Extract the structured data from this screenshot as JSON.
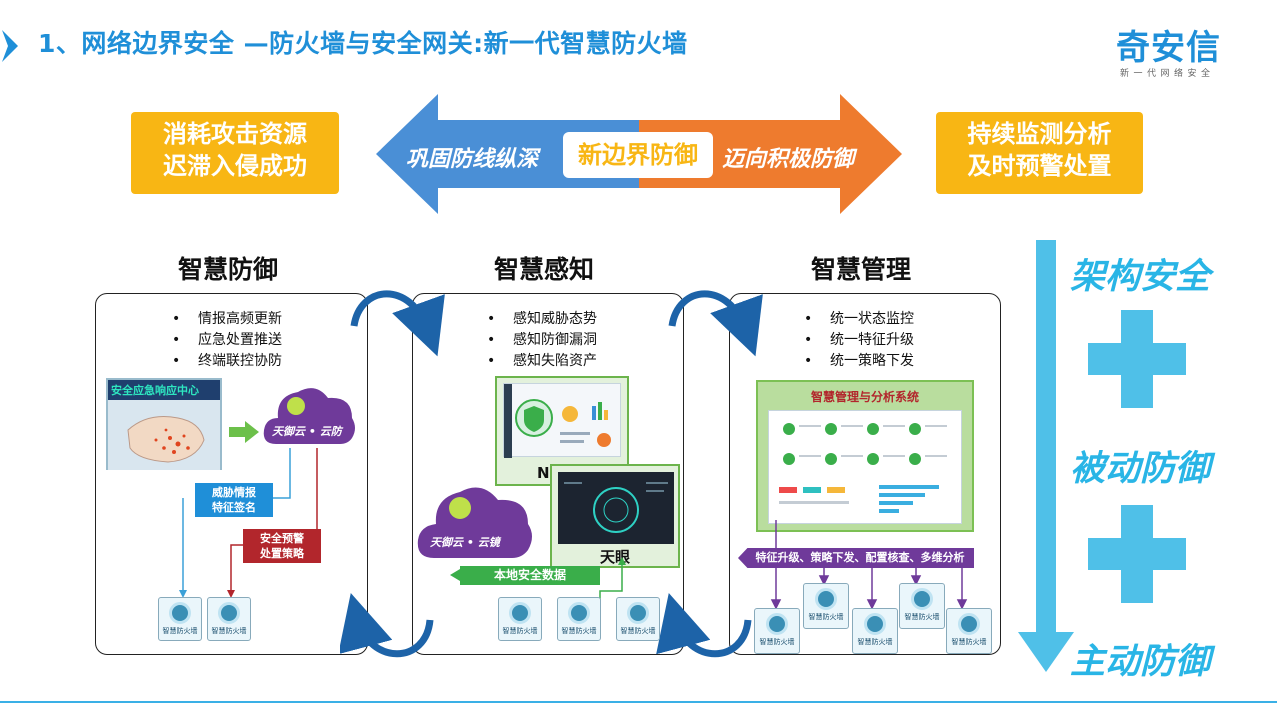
{
  "header": {
    "title": "1、网络边界安全 —防火墙与安全网关:新一代智慧防火墙",
    "logo": "奇安信",
    "logo_sub": "新一代网络安全"
  },
  "top_row": {
    "left_box": [
      "消耗攻击资源",
      "迟滞入侵成功"
    ],
    "right_box": [
      "持续监测分析",
      "及时预警处置"
    ],
    "arrow_left": "巩固防线纵深",
    "center": "新边界防御",
    "arrow_right": "迈向积极防御"
  },
  "sections": [
    {
      "title": "智慧防御",
      "bullets": [
        "情报高频更新",
        "应急处置推送",
        "终端联控协防"
      ],
      "screen_label": "安全应急响应中心",
      "cloud_label": "天御云 • 云防",
      "tag_blue": [
        "威胁情报",
        "特征签名"
      ],
      "tag_red": [
        "安全预警",
        "处置策略"
      ],
      "devices": [
        "智慧防火墙",
        "智慧防火墙"
      ]
    },
    {
      "title": "智慧感知",
      "bullets": [
        "感知威胁态势",
        "感知防御漏洞",
        "感知失陷资产"
      ],
      "ngsoc": "NGSOC",
      "tianyan": "天眼",
      "cloud_label": "天御云 • 云镜",
      "data_label": "本地安全数据",
      "devices": [
        "智慧防火墙",
        "智慧防火墙",
        "智慧防火墙"
      ]
    },
    {
      "title": "智慧管理",
      "bullets": [
        "统一状态监控",
        "统一特征升级",
        "统一策略下发"
      ],
      "system_title": "智慧管理与分析系统",
      "ops_label": "特征升级、策略下发、配置核查、多维分析",
      "devices": [
        "智慧防火墙",
        "智慧防火墙",
        "智慧防火墙",
        "智慧防火墙",
        "智慧防火墙"
      ]
    }
  ],
  "right_column": [
    "架构安全",
    "被动防御",
    "主动防御"
  ],
  "colors": {
    "accent_blue": "#1f8fd8",
    "yellow": "#f8b614",
    "arrow_blue": "#4a8fd6",
    "arrow_orange": "#ee7b2e",
    "cyan": "#29b5e6",
    "green": "#3aae4a",
    "purple": "#6f3a9a",
    "red": "#b2262c"
  }
}
